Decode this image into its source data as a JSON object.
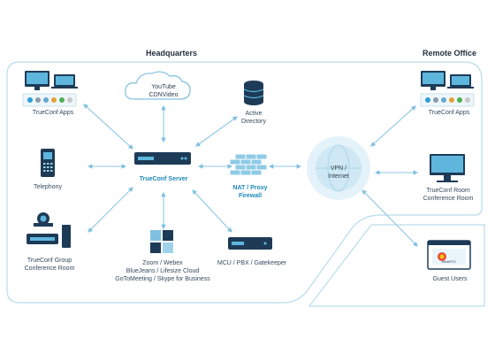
{
  "regions": {
    "headquarters": "Headquarters",
    "remote_office": "Remote Office"
  },
  "nodes": {
    "hq_apps": "TrueConf Apps",
    "cdn": [
      "YouTube",
      "CDNVideo"
    ],
    "active_directory": [
      "Active",
      "Directory"
    ],
    "telephony": "Telephony",
    "server": "TrueConf Server",
    "nat": [
      "NAT / Proxy",
      "Firewall"
    ],
    "vpn": [
      "VPN /",
      "Internet"
    ],
    "group_room": [
      "TrueConf Group",
      "Conference Room"
    ],
    "third_party": [
      "Zoom / Webex",
      "BlueJeans / Lifesize Cloud",
      "GoToMeeting / Skype for Business"
    ],
    "mcu": "MCU / PBX / Gatekeeper",
    "remote_apps": "TrueConf Apps",
    "remote_room": [
      "TrueConf Room",
      "Conference Room"
    ],
    "guest_users": "Guest Users",
    "webrtc_badge": "WebRTC"
  },
  "colors": {
    "accent": "#2a9fd6",
    "border": "#b9dcec",
    "line": "#8cc6e3",
    "device_dark": "#1d3b57",
    "device_screen": "#5fb6dd"
  }
}
